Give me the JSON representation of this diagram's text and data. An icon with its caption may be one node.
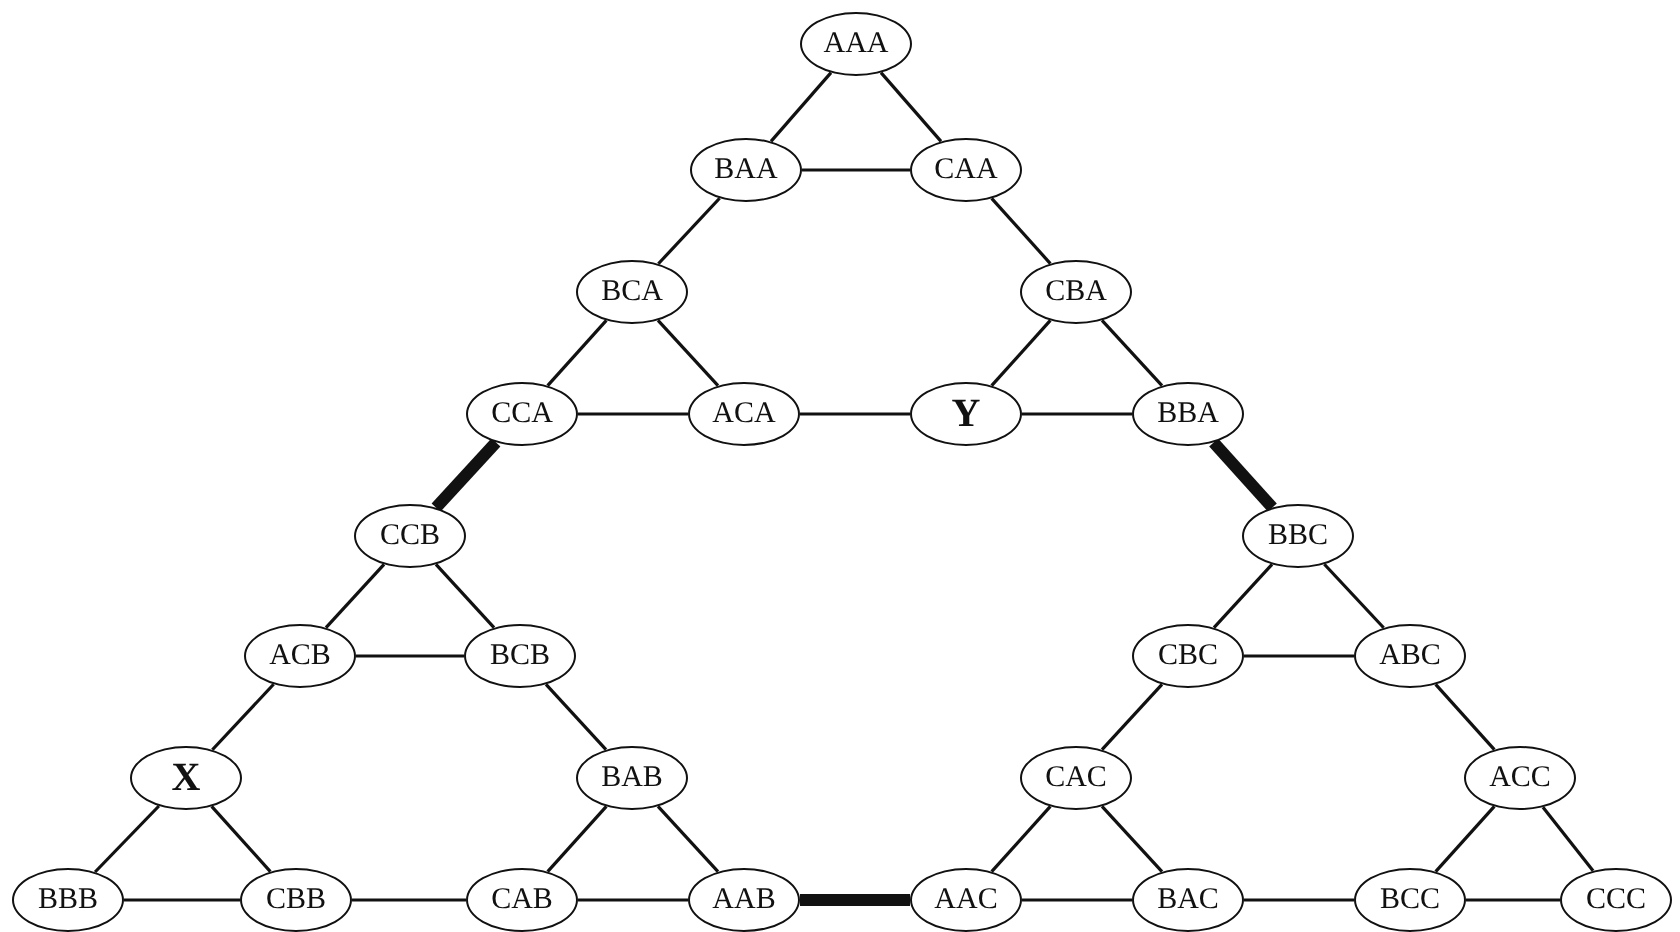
{
  "diagram": {
    "nodes": [
      {
        "text": [
          "AAA"
        ]
      },
      {
        "text": [
          "BAA"
        ]
      },
      {
        "text": [
          "CAA"
        ]
      },
      {
        "text": [
          "BCA"
        ]
      },
      {
        "text": [
          "CBA"
        ]
      },
      {
        "text": [
          "CCA"
        ]
      },
      {
        "text": [
          "ACA"
        ]
      },
      {
        "text": [
          "Y"
        ]
      },
      {
        "text": [
          "BBA"
        ]
      },
      {
        "text": [
          "CCB"
        ]
      },
      {
        "text": [
          "BBC"
        ]
      },
      {
        "text": [
          "ACB"
        ]
      },
      {
        "text": [
          "BCB"
        ]
      },
      {
        "text": [
          "CBC"
        ]
      },
      {
        "text": [
          "ABC"
        ]
      },
      {
        "text": [
          "X"
        ]
      },
      {
        "text": [
          "BAB"
        ]
      },
      {
        "text": [
          "CAC"
        ]
      },
      {
        "text": [
          "ACC"
        ]
      },
      {
        "text": [
          "BBB"
        ]
      },
      {
        "text": [
          "CBB"
        ]
      },
      {
        "text": [
          "CAB"
        ]
      },
      {
        "text": [
          "AAB"
        ]
      },
      {
        "text": [
          "AAC"
        ]
      },
      {
        "text": [
          "BAC"
        ]
      },
      {
        "text": [
          "BCC"
        ]
      },
      {
        "text": [
          "CCC"
        ]
      }
    ],
    "edges": [
      {
        "from": 0,
        "to": 1,
        "arrow": "none"
      },
      {
        "from": 0,
        "to": 2,
        "arrow": "none"
      },
      {
        "from": 1,
        "to": 2,
        "arrow": "none"
      },
      {
        "from": 1,
        "to": 3,
        "arrow": "none"
      },
      {
        "from": 2,
        "to": 4,
        "arrow": "none"
      },
      {
        "from": 3,
        "to": 5,
        "arrow": "none"
      },
      {
        "from": 3,
        "to": 6,
        "arrow": "none"
      },
      {
        "from": 5,
        "to": 6,
        "arrow": "none"
      },
      {
        "from": 6,
        "to": 7,
        "arrow": "none"
      },
      {
        "from": 4,
        "to": 7,
        "arrow": "none"
      },
      {
        "from": 4,
        "to": 8,
        "arrow": "none"
      },
      {
        "from": 7,
        "to": 8,
        "arrow": "none"
      },
      {
        "from": 5,
        "to": 9,
        "arrow": "none",
        "style": "thick"
      },
      {
        "from": 8,
        "to": 10,
        "arrow": "none",
        "style": "thick"
      },
      {
        "from": 9,
        "to": 11,
        "arrow": "none"
      },
      {
        "from": 9,
        "to": 12,
        "arrow": "none"
      },
      {
        "from": 11,
        "to": 12,
        "arrow": "none"
      },
      {
        "from": 11,
        "to": 15,
        "arrow": "none"
      },
      {
        "from": 12,
        "to": 16,
        "arrow": "none"
      },
      {
        "from": 15,
        "to": 19,
        "arrow": "none"
      },
      {
        "from": 15,
        "to": 20,
        "arrow": "none"
      },
      {
        "from": 19,
        "to": 20,
        "arrow": "none"
      },
      {
        "from": 20,
        "to": 21,
        "arrow": "none"
      },
      {
        "from": 16,
        "to": 21,
        "arrow": "none"
      },
      {
        "from": 16,
        "to": 22,
        "arrow": "none"
      },
      {
        "from": 21,
        "to": 22,
        "arrow": "none"
      },
      {
        "from": 22,
        "to": 23,
        "arrow": "none",
        "style": "thick"
      },
      {
        "from": 10,
        "to": 13,
        "arrow": "none"
      },
      {
        "from": 10,
        "to": 14,
        "arrow": "none"
      },
      {
        "from": 13,
        "to": 14,
        "arrow": "none"
      },
      {
        "from": 13,
        "to": 17,
        "arrow": "none"
      },
      {
        "from": 14,
        "to": 18,
        "arrow": "none"
      },
      {
        "from": 17,
        "to": 23,
        "arrow": "none"
      },
      {
        "from": 17,
        "to": 24,
        "arrow": "none"
      },
      {
        "from": 23,
        "to": 24,
        "arrow": "none"
      },
      {
        "from": 24,
        "to": 25,
        "arrow": "none"
      },
      {
        "from": 18,
        "to": 25,
        "arrow": "none"
      },
      {
        "from": 18,
        "to": 26,
        "arrow": "none"
      },
      {
        "from": 25,
        "to": 26,
        "arrow": "none"
      }
    ]
  }
}
